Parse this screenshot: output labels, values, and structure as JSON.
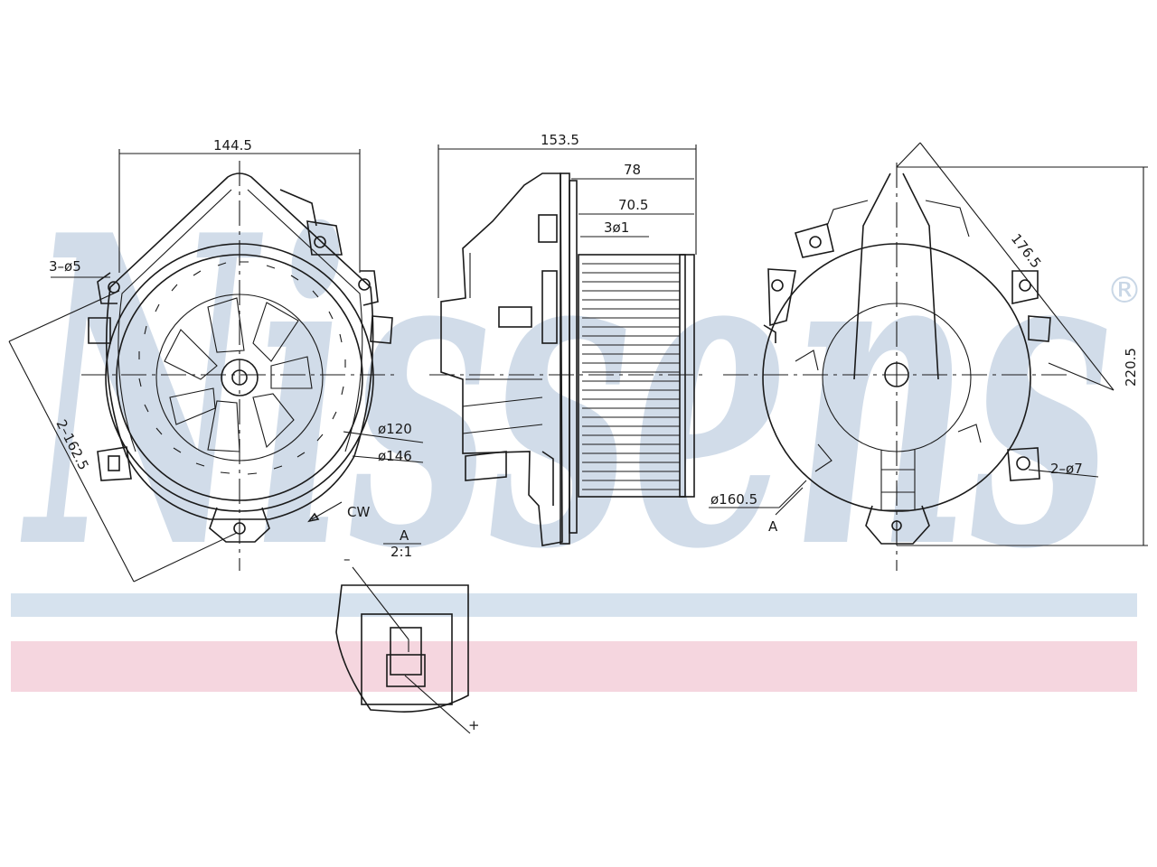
{
  "watermark": {
    "text": "Nissens",
    "registered": "®",
    "color": "#c9d7e6",
    "band_blue": "#d6e2ee",
    "band_pink": "#f5d6df"
  },
  "dimensions": {
    "width_front": "144.5",
    "holes_top": "3–ø5",
    "slot_left": "2–162.5",
    "dia_inner": "ø120",
    "dia_outer": "ø146",
    "rotation": "CW",
    "depth_total": "153.5",
    "depth_78": "78",
    "depth_70_5": "70.5",
    "depth_3": "3ø1",
    "diag_right": "176.5",
    "height_right": "220.5",
    "holes_right": "2–ø7",
    "dia_flange": "ø160.5",
    "section_mark": "A"
  },
  "detail": {
    "label": "A",
    "scale": "2:1",
    "minus": "–",
    "plus": "+"
  }
}
